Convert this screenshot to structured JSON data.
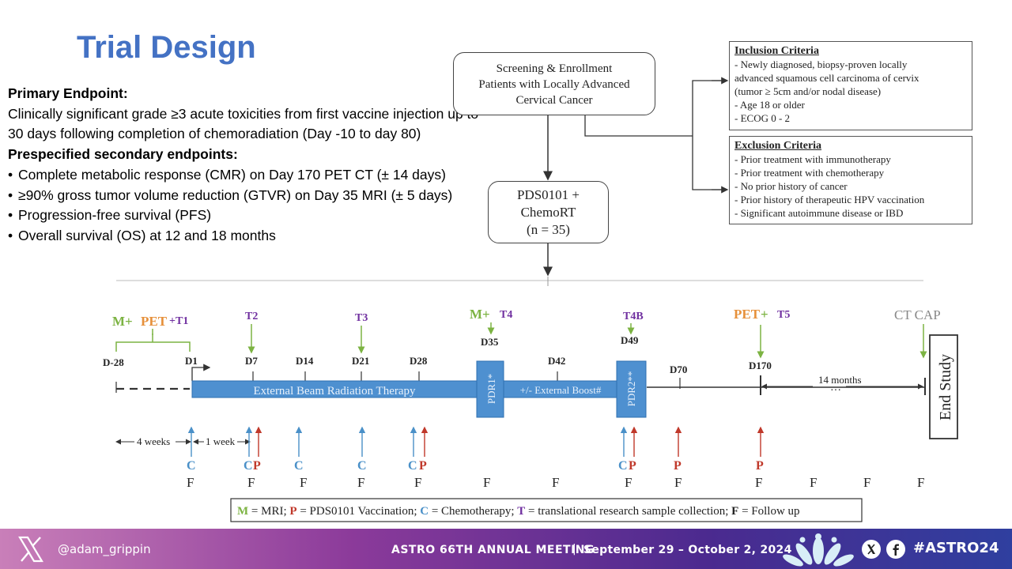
{
  "title": "Trial Design",
  "endpoints": {
    "primary_heading": "Primary Endpoint:",
    "primary_text": "Clinically significant grade ≥3 acute toxicities from first vaccine injection up to 30 days following completion of chemoradiation (Day -10 to day 80)",
    "secondary_heading": "Prespecified secondary endpoints:",
    "secondary_items": [
      "Complete metabolic response (CMR) on Day 170 PET CT (± 14 days)",
      "≥90% gross tumor volume reduction (GTVR) on Day 35 MRI (± 5 days)",
      "Progression-free survival (PFS)",
      "Overall survival (OS) at 12 and 18 months"
    ]
  },
  "flow": {
    "screening": [
      "Screening & Enrollment",
      "Patients with Locally Advanced",
      "Cervical Cancer"
    ],
    "treatment": [
      "PDS0101 +",
      "ChemoRT",
      "(n = 35)"
    ]
  },
  "inclusion": {
    "heading": "Inclusion Criteria",
    "items": [
      "- Newly diagnosed, biopsy-proven locally",
      "advanced squamous cell carcinoma of cervix",
      "(tumor ≥ 5cm and/or nodal disease)",
      "- Age 18 or older",
      "- ECOG 0 - 2"
    ]
  },
  "exclusion": {
    "heading": "Exclusion Criteria",
    "items": [
      "- Prior treatment with immunotherapy",
      "- Prior treatment with chemotherapy",
      "- No prior history of cancer",
      "- Prior history of therapeutic HPV vaccination",
      "- Significant autoimmune disease or IBD"
    ]
  },
  "timeline": {
    "top_labels": {
      "m": "M",
      "plus1": " + ",
      "pet": "PET",
      "t1": "+T1",
      "t2": "T2",
      "t3": "T3",
      "m2": "M",
      "plus2": " + ",
      "t4": "T4",
      "t4b": "T4B",
      "pet2": "PET",
      "plus3": " + ",
      "t5": "T5",
      "ctcap": "CT CAP"
    },
    "days": [
      "D-28",
      "D1",
      "D7",
      "D14",
      "D21",
      "D28",
      "D35",
      "D42",
      "D49",
      "D70",
      "D170"
    ],
    "ebrt": "External Beam Radiation Therapy",
    "pdr1": "PDR1*",
    "boost": "+/- External Boost#",
    "pdr2": "PDR2**",
    "months": "14 months",
    "dots": "···",
    "end_study": "End Study",
    "four_weeks": "4  weeks",
    "one_week": "1 week",
    "markers": [
      "C",
      "C",
      "P",
      "C",
      "C",
      "C",
      "P",
      "C",
      "P",
      "P",
      "P"
    ],
    "followups": [
      "F",
      "F",
      "F",
      "F",
      "F",
      "F",
      "F",
      "F",
      "F",
      "F",
      "F",
      "F",
      "F"
    ]
  },
  "legend": {
    "m": "M",
    "m_txt": " = MRI; ",
    "p": "P",
    "p_txt": " = PDS0101 Vaccination;  ",
    "c": "C",
    "c_txt": " = Chemotherapy;  ",
    "t": "T",
    "t_txt": " = translational research sample collection;  ",
    "f": "F",
    "f_txt": " = Follow up"
  },
  "footer": {
    "handle": "@adam_grippin",
    "meeting": "ASTRO 66TH ANNUAL MEETING",
    "sep": "|",
    "dates": "September 29 – October 2, 2024",
    "hashtag": "#ASTRO24"
  },
  "colors": {
    "green": "#7cb342",
    "orange": "#e6903a",
    "purple": "#7030a0",
    "blue": "#4a90c8",
    "red": "#c0392b",
    "gray": "#888888"
  }
}
